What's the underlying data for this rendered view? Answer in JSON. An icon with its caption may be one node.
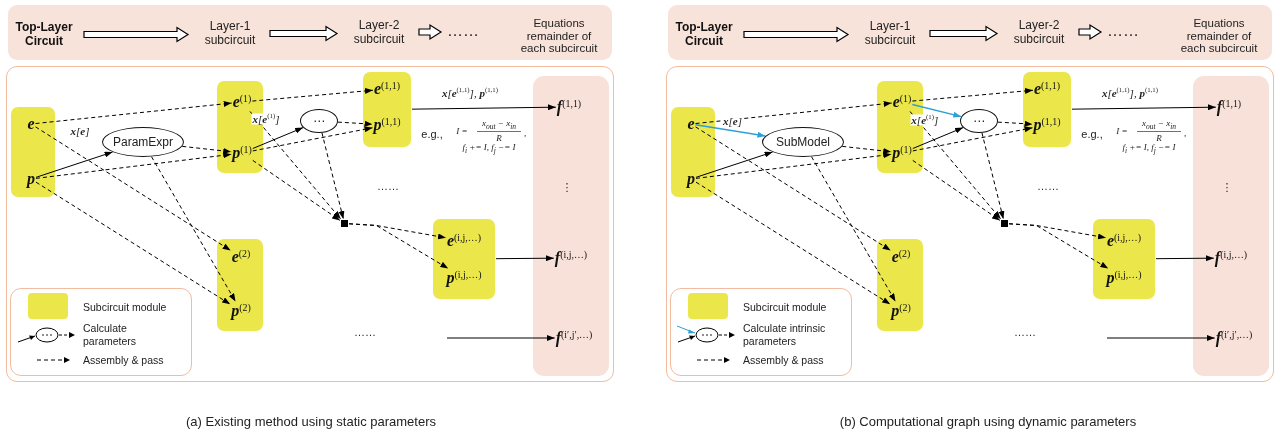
{
  "diagram": {
    "nodes": [
      {
        "text": [],
        "shape": "box"
      },
      {
        "text": [
          "Top-Layer Circuit"
        ],
        "in": 0
      },
      {
        "text": [
          "Layer-1 subcircuit"
        ],
        "in": 0
      },
      {
        "text": [
          "Layer-2 subcircuit"
        ],
        "in": 0
      },
      {
        "text": [
          "……"
        ],
        "in": 0
      },
      {
        "text": [
          "Equations remainder of each subcircuit"
        ],
        "in": 0
      },
      {
        "text": [],
        "shape": "box"
      },
      {
        "text": [],
        "shape": "box",
        "in": 6
      },
      {
        "text": [
          "e"
        ],
        "in": 7
      },
      {
        "text": [
          "p"
        ],
        "in": 7
      },
      {
        "text": [
          "ParamExpr"
        ],
        "in": 6
      },
      {
        "text": [],
        "shape": "box",
        "in": 6
      },
      {
        "text": [
          "**e**$^{(1)}$"
        ],
        "in": 11
      },
      {
        "text": [
          "**p**$^{(1)}$"
        ],
        "in": 11
      },
      {
        "text": [],
        "shape": "box",
        "in": 6
      },
      {
        "text": [
          "**e**$^{(2)}$"
        ],
        "in": 14
      },
      {
        "text": [
          "**p**$^{(2)}$"
        ],
        "in": 14
      },
      {
        "text": [
          "⋯"
        ],
        "in": 6
      },
      {
        "text": [],
        "shape": "box",
        "in": 6
      },
      {
        "text": [
          "**e**$^{(1,1)}$"
        ],
        "in": 18
      },
      {
        "text": [
          "**p**$^{(1,1)}$"
        ],
        "in": 18
      },
      {
        "text": [],
        "shape": "box",
        "in": 6
      },
      {
        "text": [],
        "shape": "box",
        "in": 6
      },
      {
        "text": [
          "**e**$^{(i,j,…)}$"
        ],
        "in": 22
      },
      {
        "text": [
          "**p**$^{(i,j,…)}$"
        ],
        "in": 22
      },
      {
        "text": [],
        "shape": "box",
        "in": 6
      },
      {
        "text": [
          "**f**$^{(1,1)}$"
        ],
        "in": 25
      },
      {
        "text": [
          "**f**$^{(i,j,…)}$"
        ],
        "in": 25
      },
      {
        "text": [
          "**f**$^{(i′,j′,…)}$"
        ],
        "in": 25
      },
      {
        "text": [],
        "shape": "box"
      },
      {
        "text": [
          "Top-Layer Circuit"
        ],
        "in": 29
      },
      {
        "text": [
          "Layer-1 subcircuit"
        ],
        "in": 29
      },
      {
        "text": [
          "Layer-2 subcircuit"
        ],
        "in": 29
      },
      {
        "text": [
          "……"
        ],
        "in": 29
      },
      {
        "text": [
          "Equations remainder of each subcircuit"
        ],
        "in": 29
      },
      {
        "text": [],
        "shape": "box"
      },
      {
        "text": [],
        "shape": "box",
        "in": 35
      },
      {
        "text": [
          "e"
        ],
        "in": 36
      },
      {
        "text": [
          "p"
        ],
        "in": 36
      },
      {
        "text": [
          "SubModel"
        ],
        "in": 35
      },
      {
        "text": [],
        "shape": "box",
        "in": 35
      },
      {
        "text": [
          "**e**$^{(1)}$"
        ],
        "in": 40
      },
      {
        "text": [
          "**p**$^{(1)}$"
        ],
        "in": 40
      },
      {
        "text": [],
        "shape": "box",
        "in": 35
      },
      {
        "text": [
          "**e**$^{(2)}$"
        ],
        "in": 43
      },
      {
        "text": [
          "**p**$^{(2)}$"
        ],
        "in": 43
      },
      {
        "text": [
          "⋯"
        ],
        "in": 35
      },
      {
        "text": [],
        "shape": "box",
        "in": 35
      },
      {
        "text": [
          "**e**$^{(1,1)}$"
        ],
        "in": 47
      },
      {
        "text": [
          "**p**$^{(1,1)}$"
        ],
        "in": 47
      },
      {
        "text": [],
        "shape": "box",
        "in": 35
      },
      {
        "text": [],
        "shape": "box",
        "in": 35
      },
      {
        "text": [
          "**e**$^{(i,j,…)}$"
        ],
        "in": 51
      },
      {
        "text": [
          "**p**$^{(i,j,…)}$"
        ],
        "in": 51
      },
      {
        "text": [],
        "shape": "box",
        "in": 35
      },
      {
        "text": [
          "**f**$^{(1,1)}$"
        ],
        "in": 54
      },
      {
        "text": [
          "**f**$^{(i,j,…)}$"
        ],
        "in": 54
      },
      {
        "text": [
          "**f**$^{(i′,j′,…)}$"
        ],
        "in": 54
      }
    ],
    "edges": [
      {
        "from": 1,
        "to": 2,
        "arrow": "to",
        "style": "thick"
      },
      {
        "from": 2,
        "to": 3,
        "arrow": "to",
        "style": "thick"
      },
      {
        "from": 3,
        "to": 4,
        "arrow": "to",
        "style": "thick"
      },
      {
        "from": 8,
        "to": 12,
        "arrow": "to",
        "style": "dashed"
      },
      {
        "from": 8,
        "to": 15,
        "arrow": "to",
        "style": "dashed"
      },
      {
        "from": 9,
        "to": 10,
        "arrow": "to"
      },
      {
        "from": 9,
        "to": 13,
        "arrow": "to",
        "style": "dashed"
      },
      {
        "from": 9,
        "to": 16,
        "arrow": "to",
        "style": "dashed"
      },
      {
        "from": 10,
        "to": 13,
        "arrow": "to",
        "style": "dashed"
      },
      {
        "from": 10,
        "to": 16,
        "arrow": "to",
        "style": "dashed"
      },
      {
        "from": 12,
        "to": 19,
        "arrow": "to",
        "style": "dashed"
      },
      {
        "from": 12,
        "to": 21,
        "arrow": "to",
        "style": "dashed"
      },
      {
        "from": 13,
        "to": 17,
        "arrow": "to"
      },
      {
        "from": 13,
        "to": 20,
        "arrow": "to",
        "style": "dashed"
      },
      {
        "from": 13,
        "to": 21,
        "arrow": "to",
        "style": "dashed"
      },
      {
        "from": 17,
        "to": 20,
        "arrow": "to",
        "style": "dashed"
      },
      {
        "from": 17,
        "to": 21,
        "arrow": "to",
        "style": "dashed"
      },
      {
        "from": 21,
        "to": 23,
        "arrow": "to",
        "style": "dashed"
      },
      {
        "from": 21,
        "to": 24,
        "arrow": "to",
        "style": "dashed"
      },
      {
        "from": 18,
        "to": 26,
        "arrow": "to",
        "label": "**x**[**e**$^{(1,1)}$], **p**$^{(1,1)}$"
      },
      {
        "from": 22,
        "to": 27,
        "arrow": "to"
      },
      {
        "from": null,
        "to": 28,
        "arrow": "to"
      },
      {
        "from": 30,
        "to": 31,
        "arrow": "to",
        "style": "thick"
      },
      {
        "from": 31,
        "to": 32,
        "arrow": "to",
        "style": "thick"
      },
      {
        "from": 32,
        "to": 33,
        "arrow": "to",
        "style": "thick"
      },
      {
        "from": 37,
        "to": 41,
        "arrow": "to",
        "style": "dashed"
      },
      {
        "from": 37,
        "to": 44,
        "arrow": "to",
        "style": "dashed"
      },
      {
        "from": 37,
        "to": 39,
        "arrow": "to",
        "label": "**x**[**e**]",
        "color": "#2e9fd8"
      },
      {
        "from": 38,
        "to": 39,
        "arrow": "to"
      },
      {
        "from": 38,
        "to": 42,
        "arrow": "to",
        "style": "dashed"
      },
      {
        "from": 38,
        "to": 45,
        "arrow": "to",
        "style": "dashed"
      },
      {
        "from": 39,
        "to": 42,
        "arrow": "to",
        "style": "dashed"
      },
      {
        "from": 39,
        "to": 45,
        "arrow": "to",
        "style": "dashed"
      },
      {
        "from": 41,
        "to": 48,
        "arrow": "to",
        "style": "dashed"
      },
      {
        "from": 41,
        "to": 50,
        "arrow": "to",
        "style": "dashed"
      },
      {
        "from": 41,
        "to": 46,
        "arrow": "to",
        "label": "**x**[**e**$^{(1)}$]",
        "color": "#2e9fd8"
      },
      {
        "from": 42,
        "to": 46,
        "arrow": "to"
      },
      {
        "from": 42,
        "to": 49,
        "arrow": "to",
        "style": "dashed"
      },
      {
        "from": 42,
        "to": 50,
        "arrow": "to",
        "style": "dashed"
      },
      {
        "from": 46,
        "to": 49,
        "arrow": "to",
        "style": "dashed"
      },
      {
        "from": 46,
        "to": 50,
        "arrow": "to",
        "style": "dashed"
      },
      {
        "from": 50,
        "to": 52,
        "arrow": "to",
        "style": "dashed"
      },
      {
        "from": 50,
        "to": 53,
        "arrow": "to",
        "style": "dashed"
      },
      {
        "from": 47,
        "to": 55,
        "arrow": "to",
        "label": "**x**[**e**$^{(1,1)}$], **p**$^{(1,1)}$"
      },
      {
        "from": 51,
        "to": 56,
        "arrow": "to"
      },
      {
        "from": null,
        "to": 57,
        "arrow": "to"
      }
    ],
    "labels": [
      "**x**[**e**]",
      "**x**[**e**$^{(1)}$]",
      "e.g.,",
      "I =",
      "x$_{out}$ − x$_{in}$",
      "R",
      ",",
      "f$_{i}$ += I, f$_{j}$ −= I",
      "……",
      "⋮",
      "……",
      "(a) Existing method using static parameters",
      "e.g.,",
      "I =",
      "x$_{out}$ − x$_{in}$",
      "R",
      ",",
      "f$_{i}$ += I, f$_{j}$ −= I",
      "……",
      "⋮",
      "……",
      "(b) Computational graph using dynamic parameters"
    ],
    "legend": [
      {
        "text": "Subcircuit module",
        "color": "#ebe74a"
      },
      {
        "text": "Calculate parameters"
      },
      {
        "text": "Assembly & pass"
      },
      {
        "text": "Subcircuit module",
        "color": "#ebe74a"
      },
      {
        "text": "Calculate intrinsic parameters"
      },
      {
        "text": "Assembly & pass"
      }
    ]
  }
}
